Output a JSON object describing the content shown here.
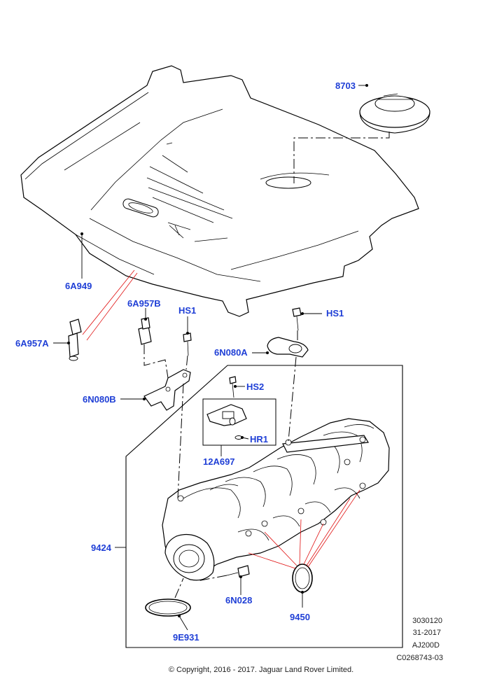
{
  "parts": {
    "p8703": "8703",
    "p6A949": "6A949",
    "p6A957B": "6A957B",
    "pHS1a": "HS1",
    "pHS1b": "HS1",
    "p6A957A": "6A957A",
    "p6N080A": "6N080A",
    "pHS2": "HS2",
    "p6N080B": "6N080B",
    "pHR1": "HR1",
    "p12A697": "12A697",
    "p9424": "9424",
    "p6N028": "6N028",
    "p9450": "9450",
    "p9E931": "9E931"
  },
  "info_block": [
    "3030120",
    "31-2017",
    "AJ200D",
    "C0268743-03"
  ],
  "copyright": "© Copyright, 2016 - 2017. Jaguar Land Rover Limited.",
  "colors": {
    "label": "#1f3fd6",
    "leader": "#000000",
    "callout_red": "#e01010"
  }
}
